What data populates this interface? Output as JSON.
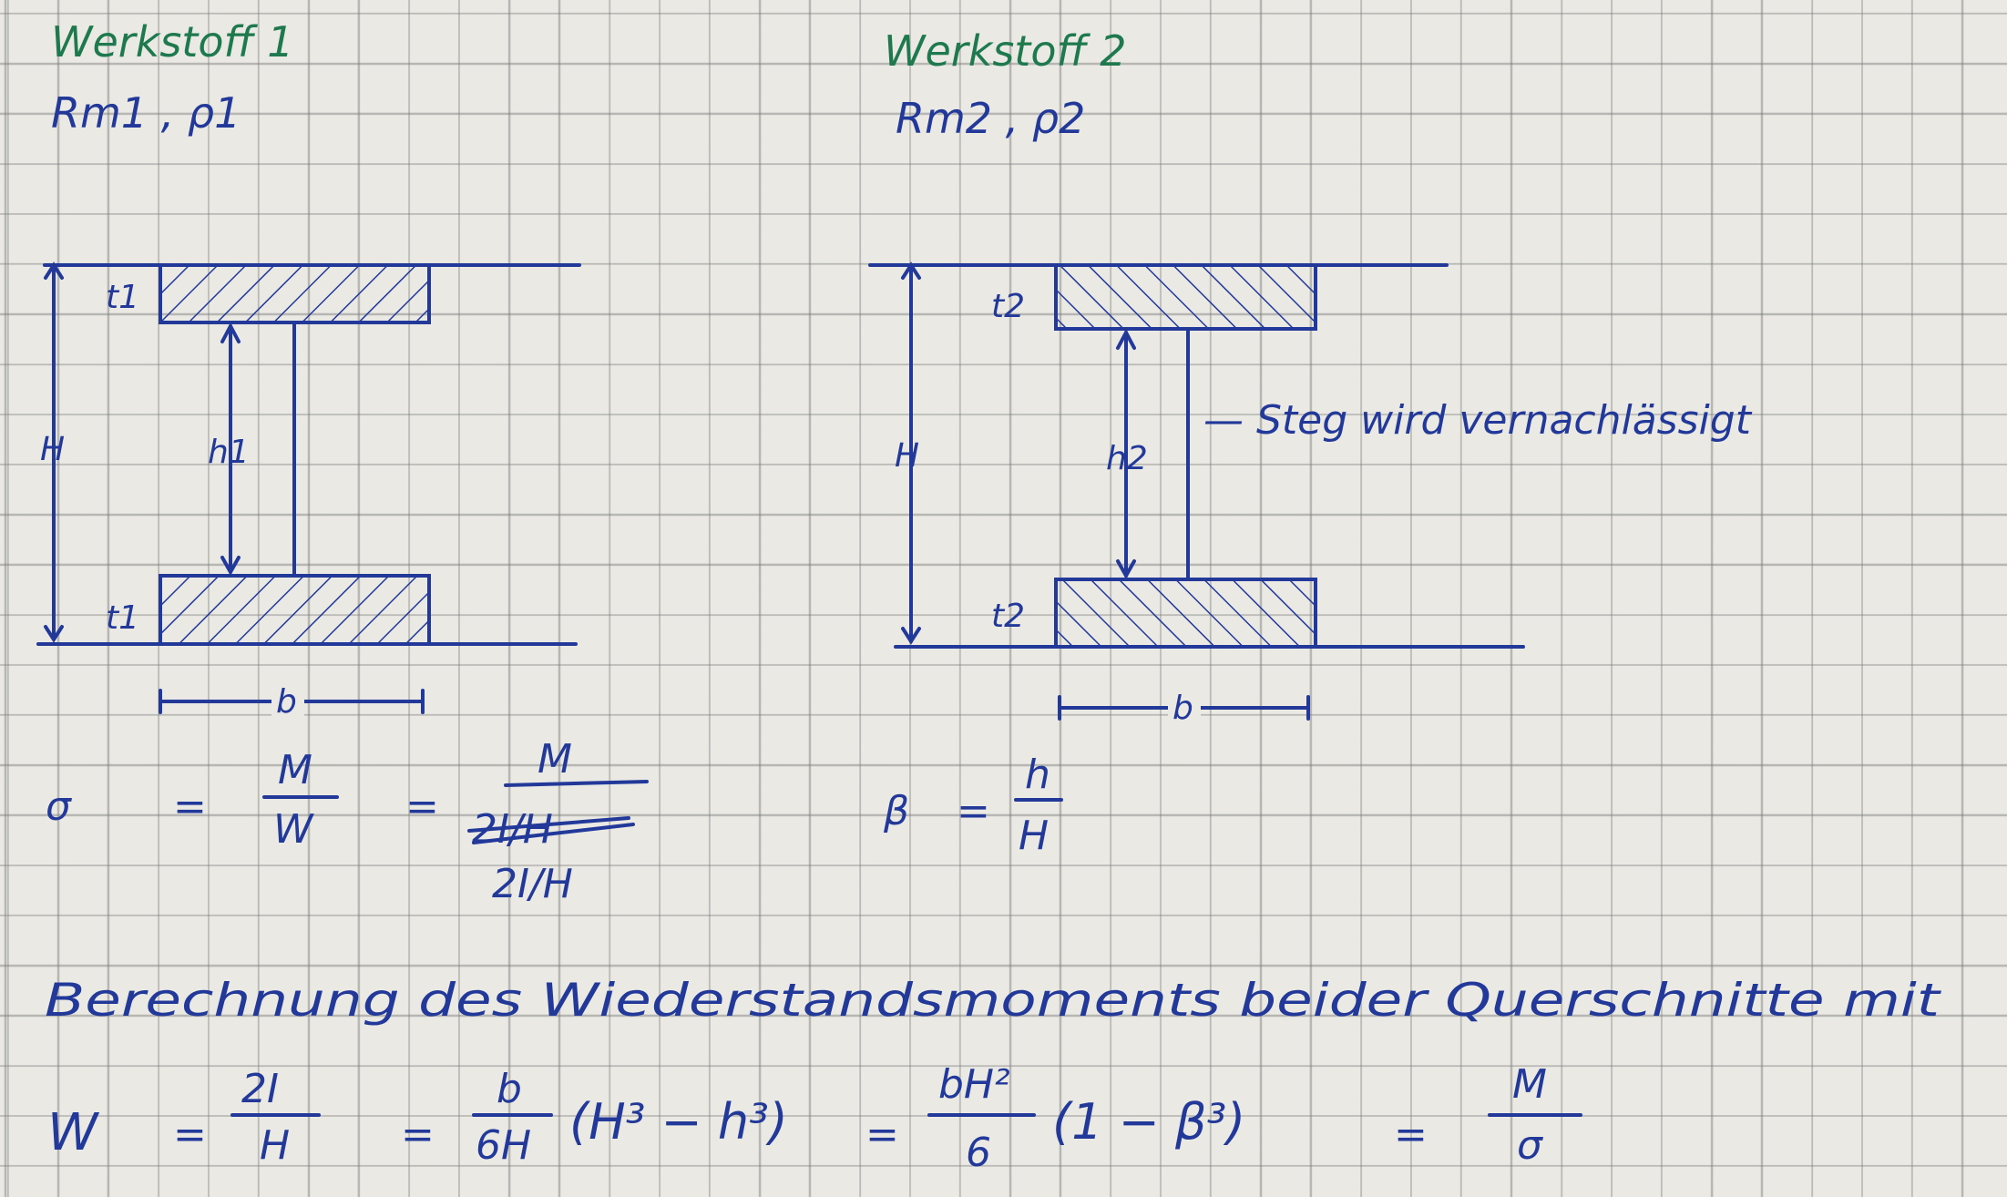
{
  "materials": [
    {
      "title": "Werkstoff 1",
      "props": "Rm1 , ρ1",
      "flange_label_top": "t1",
      "flange_label_bottom": "t1",
      "web_height": "h1",
      "height": "H",
      "width": "b"
    },
    {
      "title": "Werkstoff 2",
      "props": "Rm2 , ρ2",
      "flange_label_top": "t2",
      "flange_label_bottom": "t2",
      "web_height": "h2",
      "height": "H",
      "width": "b",
      "note": "— Steg wird vernachlässigt"
    }
  ],
  "stress_formula": {
    "lhs": "σ",
    "eq": "=",
    "num1": "M",
    "den1": "W",
    "num2": "M",
    "den2_struck": "2I/H",
    "den2": "2I/H"
  },
  "beta_formula": {
    "lhs": "β",
    "eq": "=",
    "num": "h",
    "den": "H"
  },
  "sentence": "Berechnung des Wiederstandsmoments beider Querschnitte mit",
  "w_formula": {
    "lhs": "W",
    "eq": "=",
    "f1_num": "2I",
    "f1_den": "H",
    "f2_num": "b",
    "f2_den": "6H",
    "f2_tail": "(H³ − h³)",
    "f3_num": "bH²",
    "f3_den": "6",
    "f3_tail": "(1 − β³)",
    "f4_num": "M",
    "f4_den": "σ"
  },
  "colors": {
    "ink_blue": "#22399a",
    "ink_green": "#1e7a4e",
    "paper": "#eae9e4"
  }
}
